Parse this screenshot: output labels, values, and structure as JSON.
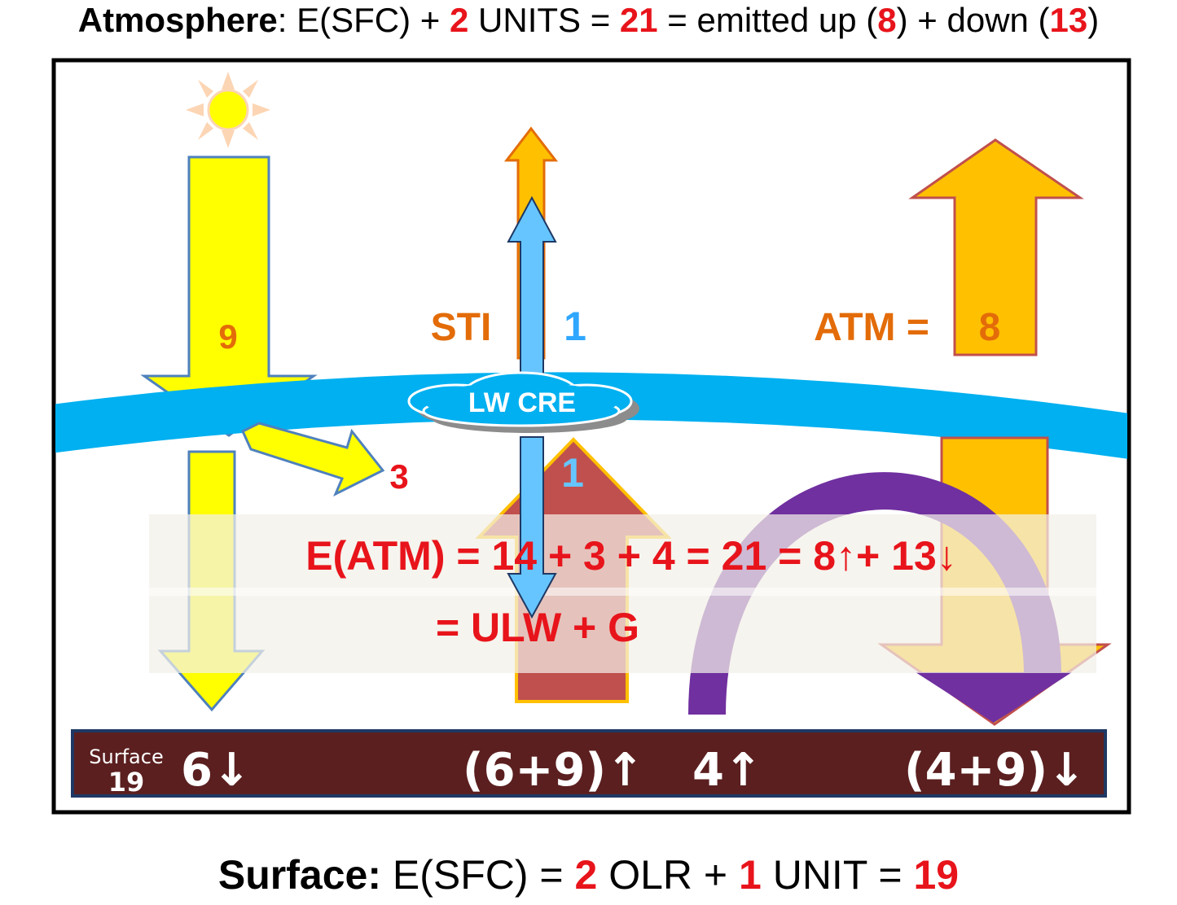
{
  "header": {
    "title_bold": "Atmosphere",
    "p1": ": E(SFC) + ",
    "v1": "2",
    "p2": " UNITS = ",
    "v2": "21",
    "p3": " = emitted up (",
    "v3": "8",
    "p4": ") + down (",
    "v4": "13",
    "p5": ")"
  },
  "diagram": {
    "solar_in": "9",
    "reflected": "3",
    "sti_label": "STI",
    "sti_value": "1",
    "atm_label": "ATM =",
    "atm_value": "8",
    "cloud_label": "LW CRE",
    "lw_down_value": "1",
    "eq_line1": "E(ATM) = 14 + 3 + 4 = 21 = 8↑+ 13↓",
    "eq_line2": "= ULW + G",
    "surface_label": "Surface",
    "surface_value": "19",
    "sfc_t1": "6↓",
    "sfc_t2": "(6+9)↑",
    "sfc_t3": "4↑",
    "sfc_t4": "(4+9)↓"
  },
  "footer": {
    "title_bold": "Surface:",
    "p1": " E(SFC) = ",
    "v1": "2",
    "p2": " OLR + ",
    "v2": "1",
    "p3": " UNIT = ",
    "v3": "19"
  },
  "colors": {
    "accent_red": "#e8141b",
    "yellow": "#ffff00",
    "orange": "#ffc000",
    "orange_text": "#e36c09",
    "cloud_band": "#00b0f0",
    "lw_arrow": "#66c5ff",
    "lw_value": "#2fa7ff",
    "purple": "#7030a0",
    "brick": "#c0504d",
    "surface_bar": "#5b1f1f"
  }
}
